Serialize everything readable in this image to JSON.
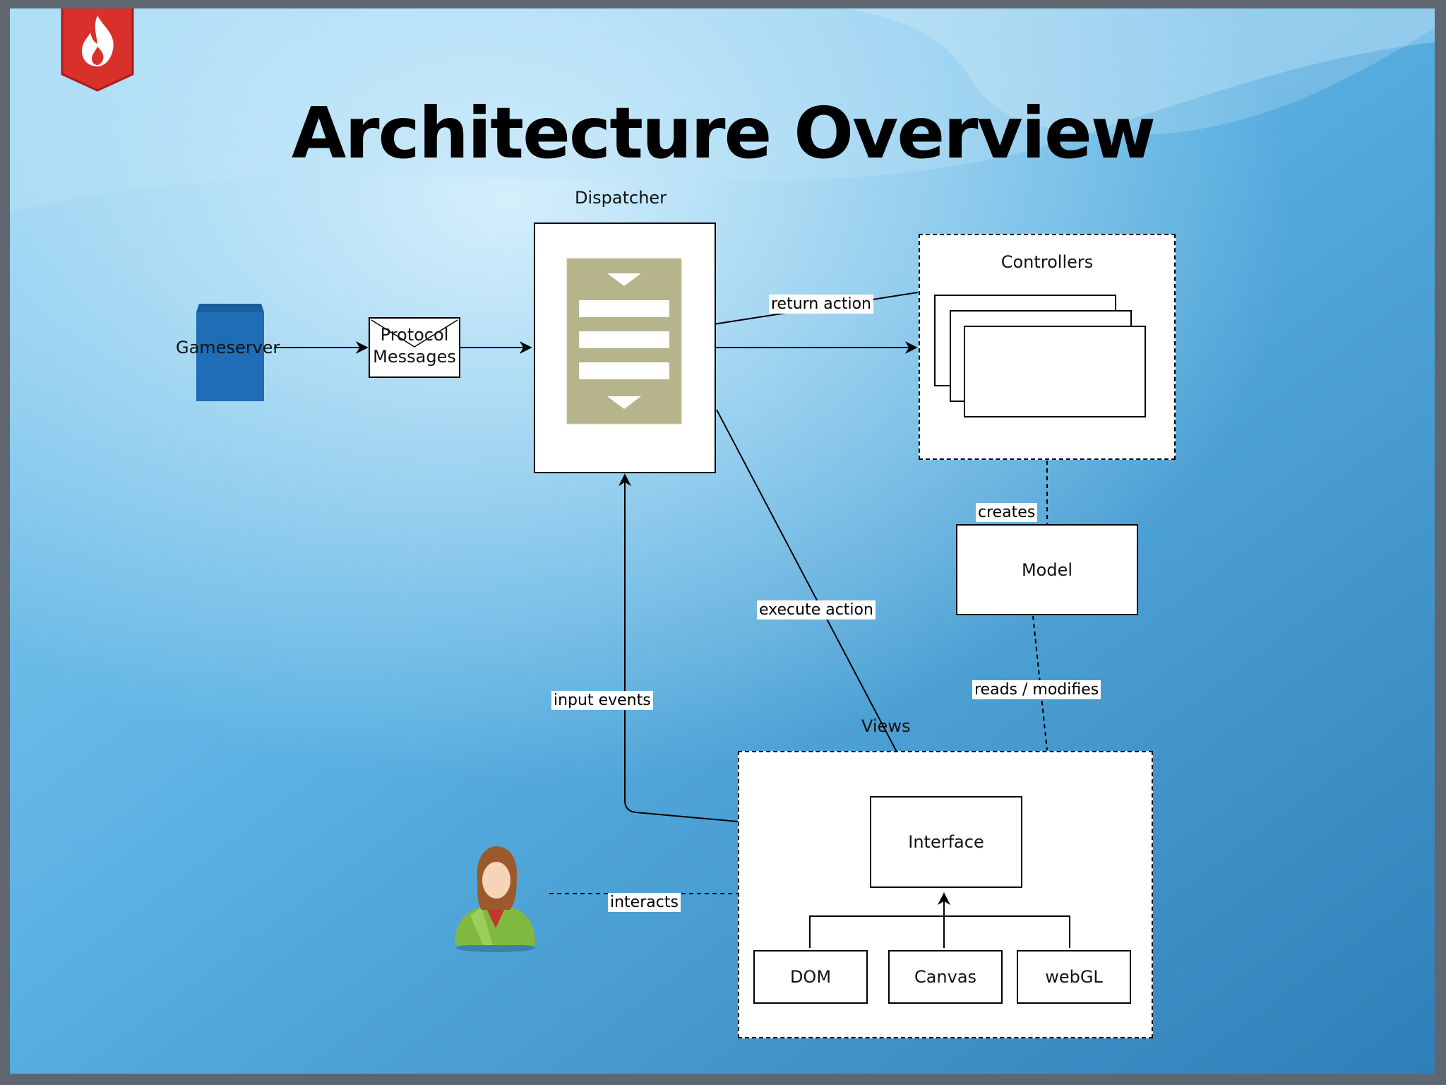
{
  "slide": {
    "title": "Architecture Overview"
  },
  "colors": {
    "logo": "#d9302c",
    "gameserver": "#1f6db4",
    "dispatcher_panel": "#b5b48a"
  },
  "icons": {
    "logo": "flame-icon",
    "person": "person-icon"
  },
  "nodes": {
    "gameserver": "Gameserver",
    "protocol_messages": [
      "Protocol",
      "Messages"
    ],
    "dispatcher": "Dispatcher",
    "controllers": "Controllers",
    "model": "Model",
    "views": "Views",
    "interface": "Interface",
    "dom": "DOM",
    "canvas": "Canvas",
    "webgl": "webGL"
  },
  "edges": {
    "return_action": "return action",
    "creates": "creates",
    "execute_action": "execute action",
    "reads_modifies": "reads / modifies",
    "input_events": "input events",
    "interacts": "interacts"
  }
}
